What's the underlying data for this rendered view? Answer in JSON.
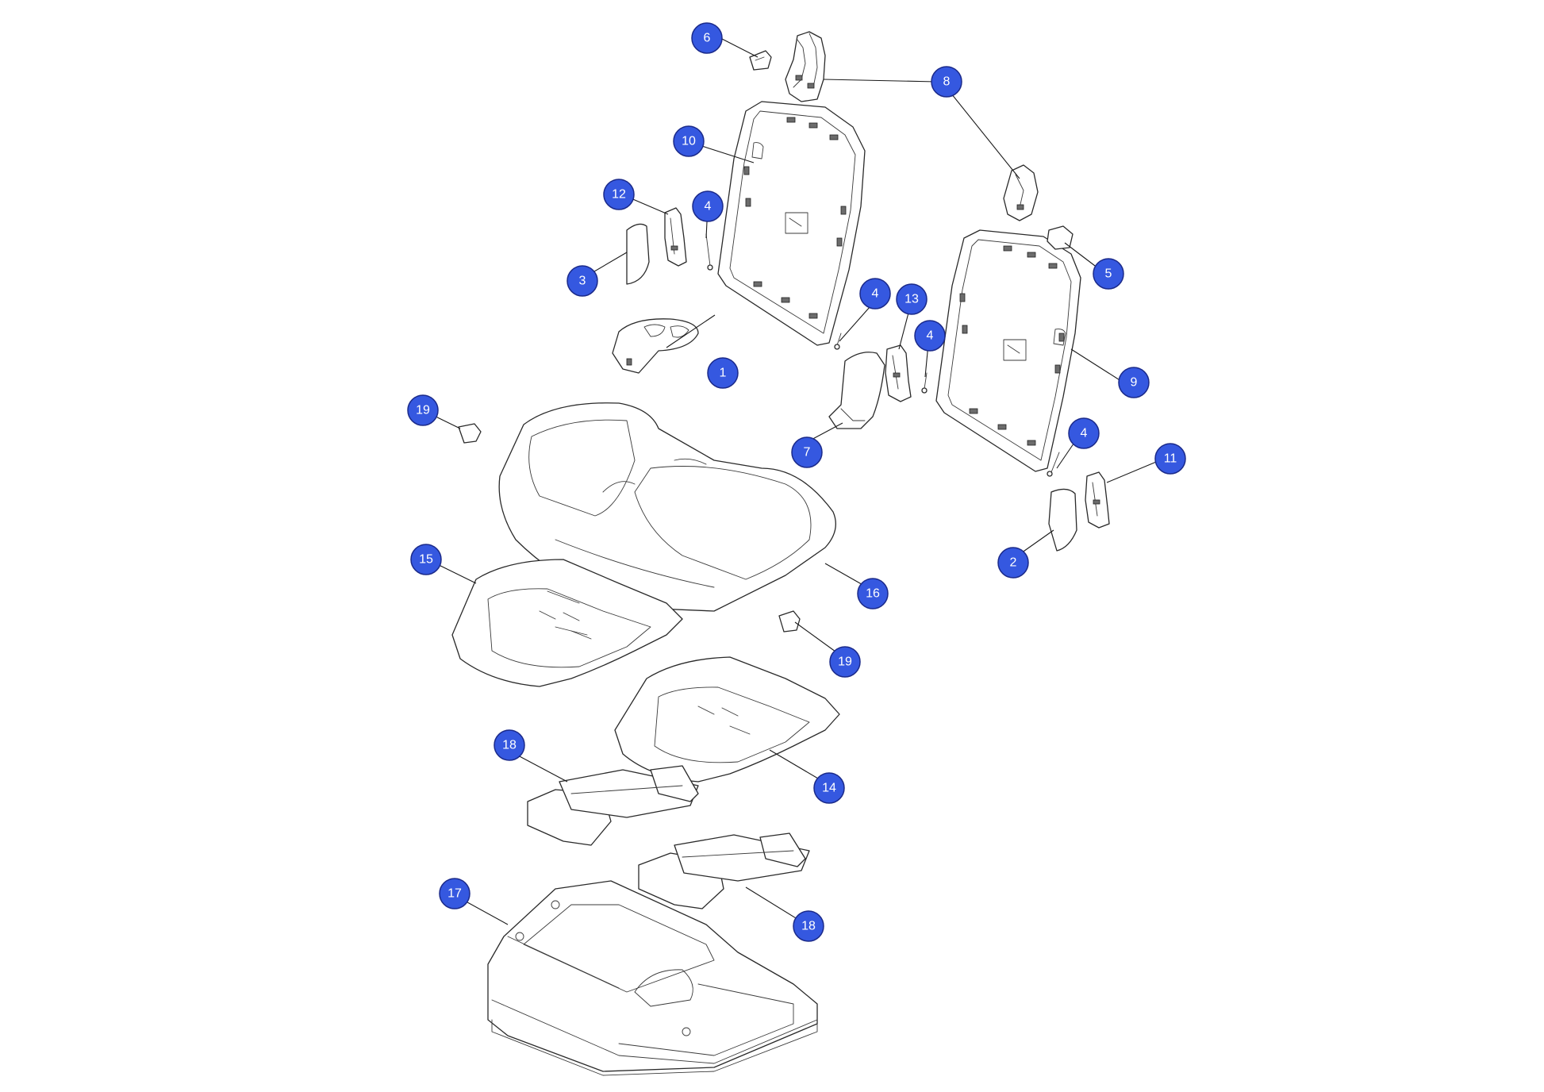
{
  "theme": {
    "callout_fill": "#3558e0",
    "line_color": "#2a2a2a",
    "background": "#ffffff"
  },
  "callouts": [
    {
      "id": "c1",
      "label": "1"
    },
    {
      "id": "c2",
      "label": "2"
    },
    {
      "id": "c3",
      "label": "3"
    },
    {
      "id": "c4a",
      "label": "4"
    },
    {
      "id": "c4b",
      "label": "4"
    },
    {
      "id": "c4c",
      "label": "4"
    },
    {
      "id": "c4d",
      "label": "4"
    },
    {
      "id": "c5",
      "label": "5"
    },
    {
      "id": "c6",
      "label": "6"
    },
    {
      "id": "c7",
      "label": "7"
    },
    {
      "id": "c8",
      "label": "8"
    },
    {
      "id": "c9",
      "label": "9"
    },
    {
      "id": "c10",
      "label": "10"
    },
    {
      "id": "c11",
      "label": "11"
    },
    {
      "id": "c12",
      "label": "12"
    },
    {
      "id": "c13",
      "label": "13"
    },
    {
      "id": "c14",
      "label": "14"
    },
    {
      "id": "c15",
      "label": "15"
    },
    {
      "id": "c16",
      "label": "16"
    },
    {
      "id": "c17",
      "label": "17"
    },
    {
      "id": "c18a",
      "label": "18"
    },
    {
      "id": "c18b",
      "label": "18"
    },
    {
      "id": "c19a",
      "label": "19"
    },
    {
      "id": "c19b",
      "label": "19"
    }
  ]
}
